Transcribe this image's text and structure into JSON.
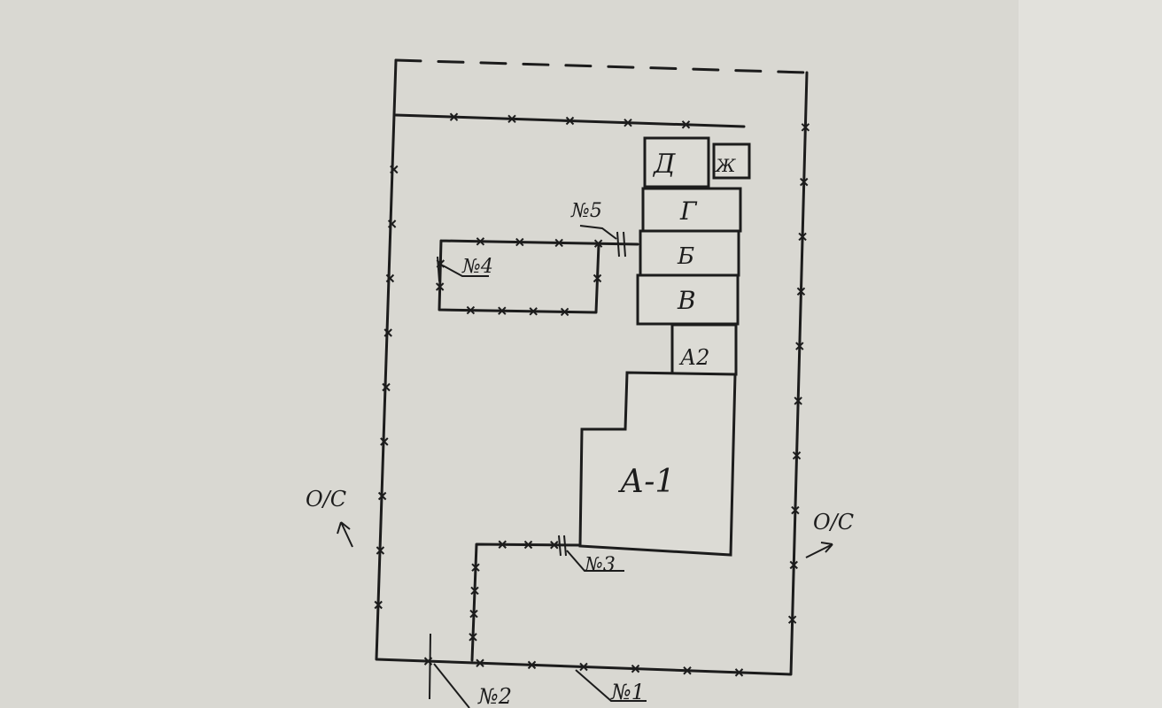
{
  "plan": {
    "buildings": [
      {
        "id": "D",
        "label": "Д"
      },
      {
        "id": "Zh",
        "label": "Ж"
      },
      {
        "id": "G",
        "label": "Г"
      },
      {
        "id": "B",
        "label": "Б"
      },
      {
        "id": "V",
        "label": "В"
      },
      {
        "id": "A2",
        "label": "А2"
      },
      {
        "id": "A1",
        "label": "А-1"
      }
    ],
    "markers": [
      {
        "id": "n1",
        "label": "№1"
      },
      {
        "id": "n2",
        "label": "№2"
      },
      {
        "id": "n3",
        "label": "№3"
      },
      {
        "id": "n4",
        "label": "№4"
      },
      {
        "id": "n5",
        "label": "№5"
      }
    ],
    "neighbors": {
      "left": "О/С",
      "right": "О/С"
    },
    "colors": {
      "paper": "#d9d8d2",
      "ink": "#1c1c1c"
    }
  }
}
